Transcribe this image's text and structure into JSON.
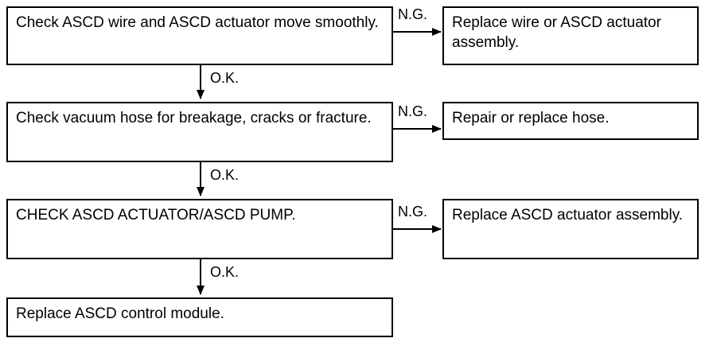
{
  "steps": [
    {
      "text": "Check ASCD wire and ASCD actuator move smoothly.",
      "ng_label": "N.G.",
      "ng_text": "Replace wire or ASCD actuator assembly.",
      "ok_label": "O.K."
    },
    {
      "text": "Check vacuum hose for breakage, cracks or fracture.",
      "ng_label": "N.G.",
      "ng_text": "Repair or replace hose.",
      "ok_label": "O.K."
    },
    {
      "text": "CHECK ASCD ACTUATOR/ASCD PUMP.",
      "ng_label": "N.G.",
      "ng_text": "Replace ASCD actuator assembly.",
      "ok_label": "O.K."
    }
  ],
  "final": {
    "text": "Replace ASCD control module."
  }
}
